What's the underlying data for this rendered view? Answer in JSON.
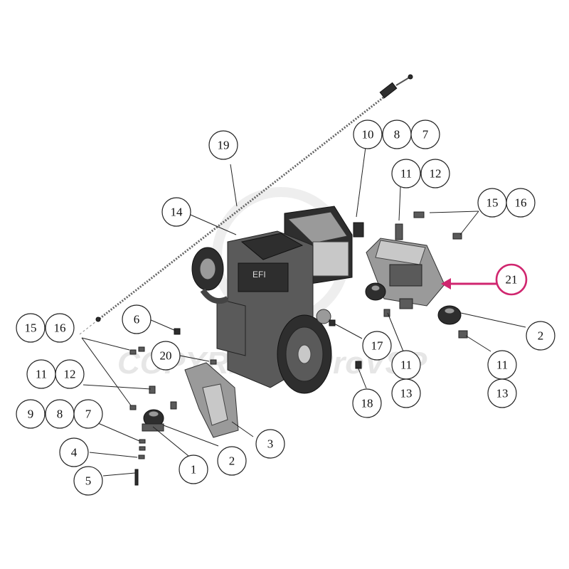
{
  "watermark": "COPYRIGHT ProVSP",
  "accent_color": "#d0266f",
  "callouts": [
    {
      "label": "1"
    },
    {
      "label": "2"
    },
    {
      "label": "3"
    },
    {
      "label": "4"
    },
    {
      "label": "5"
    },
    {
      "label": "6"
    },
    {
      "label": "7"
    },
    {
      "label": "8"
    },
    {
      "label": "9"
    },
    {
      "label": "11"
    },
    {
      "label": "12"
    },
    {
      "label": "14"
    },
    {
      "label": "15"
    },
    {
      "label": "16"
    },
    {
      "label": "19"
    },
    {
      "label": "20"
    },
    {
      "label": "10"
    },
    {
      "label": "8"
    },
    {
      "label": "7"
    },
    {
      "label": "11"
    },
    {
      "label": "12"
    },
    {
      "label": "15"
    },
    {
      "label": "16"
    },
    {
      "label": "21"
    },
    {
      "label": "2"
    },
    {
      "label": "17"
    },
    {
      "label": "18"
    },
    {
      "label": "11"
    },
    {
      "label": "13"
    },
    {
      "label": "11"
    },
    {
      "label": "13"
    }
  ]
}
